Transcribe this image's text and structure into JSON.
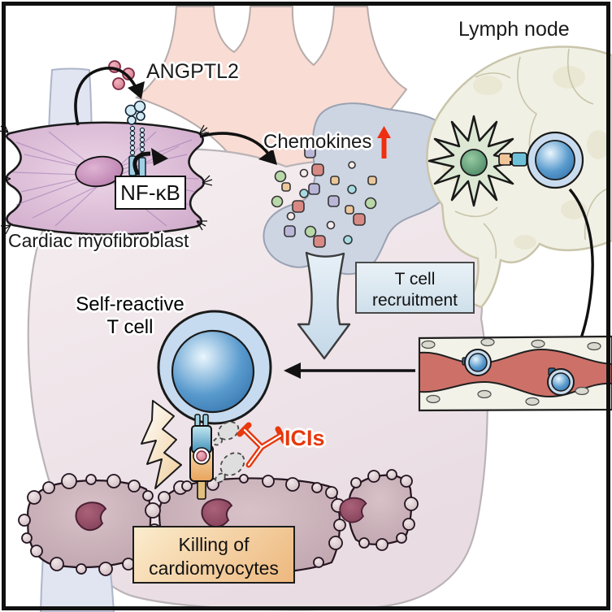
{
  "labels": {
    "angptl2": "ANGPTL2",
    "nf_kb": "NF-κB",
    "cardiac_myofibroblast": "Cardiac myofibroblast",
    "chemokines": "Chemokines",
    "lymph_node": "Lymph node",
    "t_cell_recruitment_line1": "T cell",
    "t_cell_recruitment_line2": "recruitment",
    "self_reactive_line1": "Self-reactive",
    "self_reactive_line2": "T cell",
    "icis": "ICIs",
    "killing_line1": "Killing of",
    "killing_line2": "cardiomyocytes"
  },
  "icons": {
    "chemokine-increase-arrow-icon": "▲ upregulated",
    "cytotoxicity-lightning-icon": "⚡ cytotoxic attack",
    "ici-antibody-icon": "Y-shaped checkpoint-inhibitor antibody",
    "angptl2-receptor-icon": "two-chain membrane receptor",
    "tcr-mhc-complex-icon": "TCR binding MHC-peptide"
  },
  "colors": {
    "ici_red": "#e8380d",
    "increase_arrow_red": "#ee2f10",
    "t_cell_blue": "#4e94ca",
    "t_cell_ring_blue": "#c7dcef",
    "dendritic_cell_green": "#4f8f68",
    "myofibroblast_purple": "#d0a9cb",
    "vessel_lumen_red": "#cd7168",
    "lymph_node_cream": "#f1f0e4",
    "recruitment_box_blue": "#d8e6f0",
    "killing_box_orange": "#f2c794",
    "nfkb_box_white": "#ffffff",
    "heart_pink": "#f9dcd3",
    "heart_pale": "#efe6ea",
    "great_vessel_bluegray": "#cdd5e3",
    "cardiomyocyte_mauve": "#c8acb5",
    "cardiomyocyte_nucleus": "#8f4a62"
  }
}
